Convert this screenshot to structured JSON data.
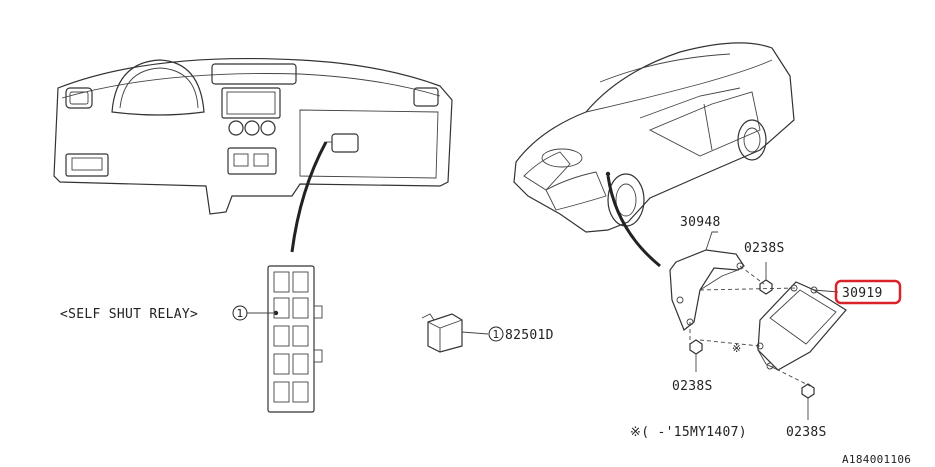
{
  "labels": {
    "self_shut_relay": "<SELF SHUT RELAY>",
    "callout_num": "1",
    "part_82501d": "82501D",
    "part_30948": "30948",
    "part_0238s_top": "0238S",
    "part_30919": "30919",
    "part_0238s_left": "0238S",
    "part_0238s_bottom": "0238S",
    "note": "※(  -'15MY1407)",
    "figure_id": "A184001106"
  },
  "highlight": {
    "part": "30919",
    "color": "#d9232a"
  }
}
